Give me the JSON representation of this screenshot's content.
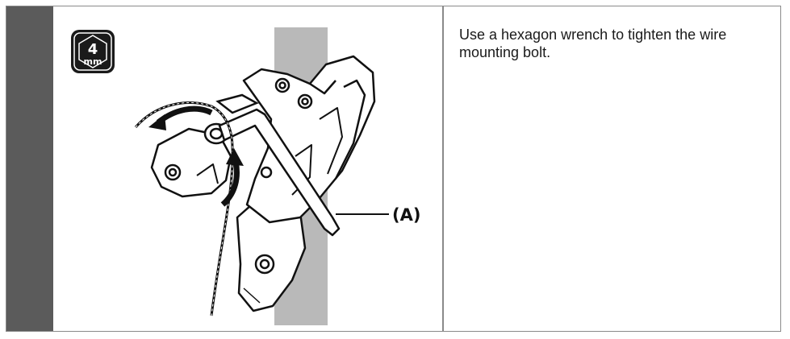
{
  "tool_badge": {
    "size": "4",
    "unit": "mm",
    "icon": "hexagon-wrench-size-icon"
  },
  "illustration": {
    "callout_label": "(A)",
    "icon": "rear-derailleur-illustration"
  },
  "instruction": {
    "text": "Use a hexagon wrench to tighten the wire mounting bolt."
  },
  "colors": {
    "side_bar": "#5b5b5b",
    "frame_stripe": "#b9b9b9",
    "border": "#8a8a8a"
  }
}
